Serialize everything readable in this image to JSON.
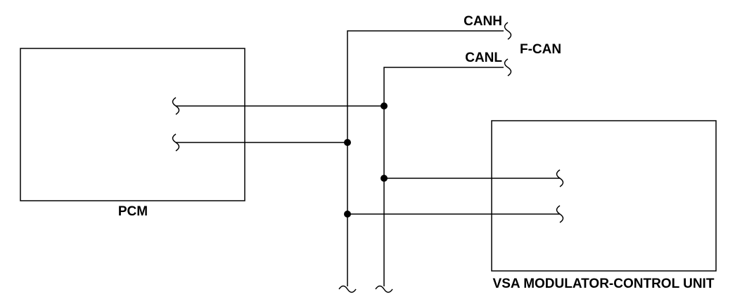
{
  "diagram": {
    "labels": {
      "canh": "CANH",
      "canl": "CANL",
      "bus": "F-CAN",
      "pcm": "PCM",
      "vsa": "VSA MODULATOR-CONTROL UNIT"
    },
    "colors": {
      "line": "#000000",
      "background": "#ffffff"
    }
  }
}
